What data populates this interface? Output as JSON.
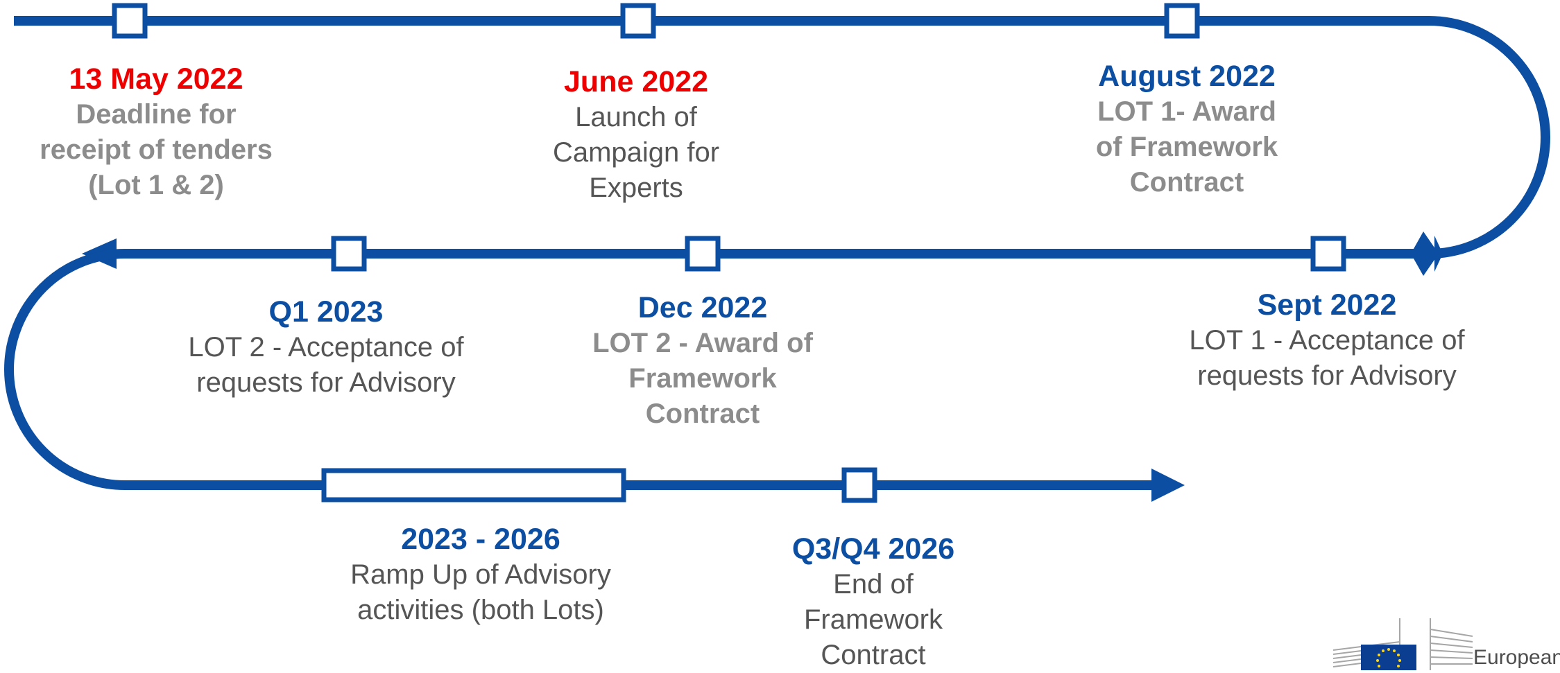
{
  "colors": {
    "line": "#0b4ea2",
    "date_blue": "#0b4ea2",
    "date_red": "#ee0000",
    "desc": "#555555",
    "desc_bold": "#8c8c8c"
  },
  "milestones": [
    {
      "id": "m1",
      "date": "13 May 2022",
      "date_color": "red",
      "lines": [
        "Deadline for",
        "receipt of tenders",
        "(Lot 1 & 2)"
      ],
      "bold_desc": true
    },
    {
      "id": "m2",
      "date": "June 2022",
      "date_color": "red",
      "lines": [
        "Launch of",
        "Campaign for",
        "Experts"
      ],
      "bold_desc": false
    },
    {
      "id": "m3",
      "date": "August 2022",
      "date_color": "blue",
      "lines": [
        "LOT 1- Award",
        "of Framework",
        "Contract"
      ],
      "bold_desc": true
    },
    {
      "id": "m4",
      "date": "Sept 2022",
      "date_color": "blue",
      "lines": [
        "LOT 1 - Acceptance of",
        "requests for Advisory"
      ],
      "bold_desc": false
    },
    {
      "id": "m5",
      "date": "Dec 2022",
      "date_color": "blue",
      "lines": [
        "LOT 2 - Award of",
        "Framework",
        "Contract"
      ],
      "bold_desc": true
    },
    {
      "id": "m6",
      "date": "Q1 2023",
      "date_color": "blue",
      "lines": [
        "LOT 2 - Acceptance of",
        "requests for Advisory"
      ],
      "bold_desc": false
    },
    {
      "id": "m7",
      "date": "2023 - 2026",
      "date_color": "blue",
      "lines": [
        "Ramp Up of Advisory",
        "activities (both Lots)"
      ],
      "bold_desc": false
    },
    {
      "id": "m8",
      "date": "Q3/Q4 2026",
      "date_color": "blue",
      "lines": [
        "End of",
        "Framework",
        "Contract"
      ],
      "bold_desc": false
    }
  ],
  "logo": {
    "name": "European Commission logo",
    "word": "European"
  }
}
